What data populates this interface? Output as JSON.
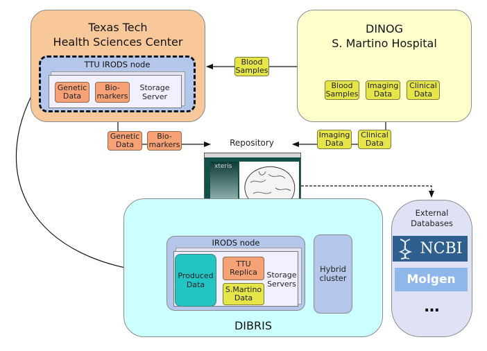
{
  "ttu": {
    "title_line1": "Texas Tech",
    "title_line2": "Health Sciences Center",
    "irods_node_label": "TTU IRODS node",
    "genetic_data": "Genetic\nData",
    "biomarkers": "Bio-\nmarkers",
    "storage_server": "Storage\nServer"
  },
  "dinog": {
    "title_line1": "DINOG",
    "title_line2": "S. Martino Hospital",
    "blood_samples": "Blood\nSamples",
    "imaging_data": "Imaging\nData",
    "clinical_data": "Clinical\nData"
  },
  "flows": {
    "blood_samples": "Blood\nSamples",
    "genetic_data": "Genetic\nData",
    "biomarkers": "Bio-\nmarkers",
    "imaging_data": "Imaging\nData",
    "clinical_data": "Clinical\nData"
  },
  "repository": {
    "label": "Repository",
    "screenshot_caption": "xteris"
  },
  "dibris": {
    "title": "DIBRIS",
    "irods_node_label": "IRODS node",
    "produced_data": "Produced\nData",
    "ttu_replica": "TTU\nReplica",
    "smartino_data": "S.Martino\nData",
    "storage_servers": "Storage\nServers",
    "hybrid_cluster": "Hybrid\ncluster"
  },
  "external": {
    "title": "External\nDatabases",
    "ncbi": "NCBI",
    "molgen": "Molgen",
    "ellipsis": "…"
  },
  "colors": {
    "ttu_bg": "#f9c89a",
    "dinog_bg": "#ffffcc",
    "dibris_bg": "#ccffff",
    "external_bg": "#dfe2f4",
    "irods_node": "#b4c7ea",
    "orange_pill": "#f6a176",
    "yellow_pill": "#e5e54a",
    "produced_data": "#22c4c4",
    "ncbi_bg": "#2f5f8f",
    "molgen_bg": "#8fb7ea"
  }
}
